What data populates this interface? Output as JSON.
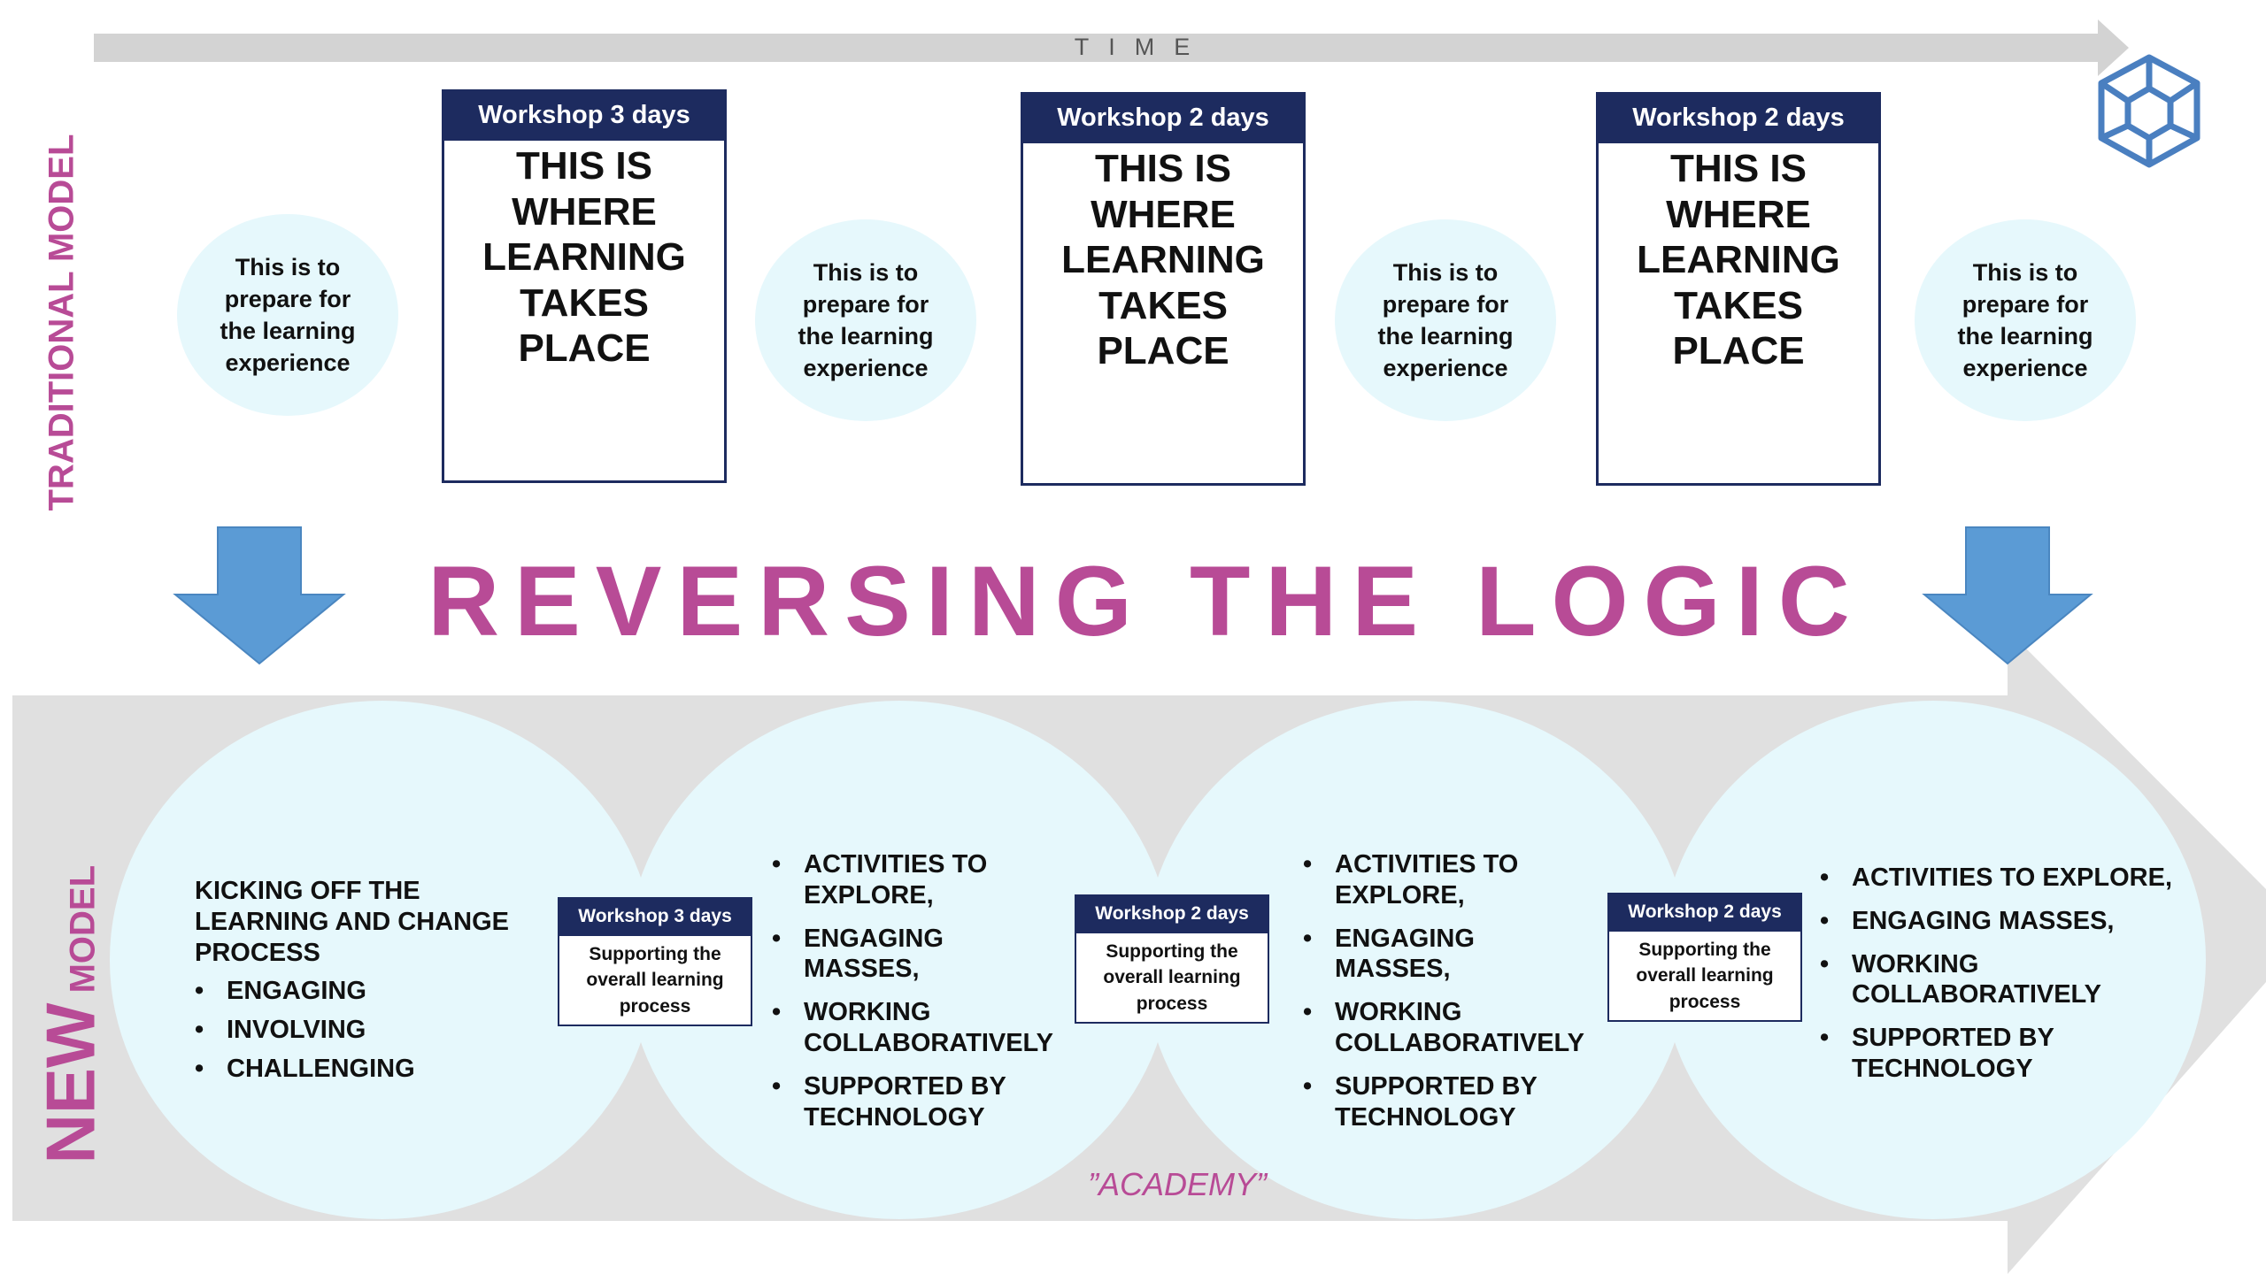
{
  "colors": {
    "accent_pink": "#b84b96",
    "navy": "#1d2b5f",
    "light_cyan": "#e6f8fc",
    "arrow_blue": "#5b9bd5",
    "gray": "#d9d9d9"
  },
  "header": {
    "time_label": "TIME"
  },
  "logo": {
    "icon": "hexagon-cube-icon"
  },
  "traditional": {
    "label": "TRADITIONAL MODEL",
    "prep_text": "This is to prepare for the learning experience",
    "workshops": [
      {
        "title": "Workshop 3 days",
        "body": "THIS IS WHERE LEARNING TAKES PLACE"
      },
      {
        "title": "Workshop 2 days",
        "body": "THIS IS WHERE LEARNING TAKES PLACE"
      },
      {
        "title": "Workshop 2 days",
        "body": "THIS IS WHERE LEARNING TAKES PLACE"
      }
    ]
  },
  "main_title": "REVERSING THE LOGIC",
  "new_model": {
    "label_big": "NEW",
    "label_small": "MODEL",
    "kickoff": {
      "heading": "KICKING OFF THE LEARNING AND CHANGE PROCESS",
      "items": [
        "ENGAGING",
        "INVOLVING",
        "CHALLENGING"
      ]
    },
    "activities": [
      [
        "ACTIVITIES TO EXPLORE,",
        "ENGAGING MASSES,",
        "WORKING COLLABORATIVELY",
        "SUPPORTED BY TECHNOLOGY"
      ],
      [
        "ACTIVITIES TO EXPLORE,",
        "ENGAGING MASSES,",
        "WORKING COLLABORATIVELY",
        "SUPPORTED BY TECHNOLOGY"
      ],
      [
        "ACTIVITIES TO EXPLORE,",
        "ENGAGING MASSES,",
        "WORKING COLLABORATIVELY",
        "SUPPORTED BY TECHNOLOGY"
      ]
    ],
    "workshops": [
      {
        "title": "Workshop 3 days",
        "body": "Supporting the overall learning process"
      },
      {
        "title": "Workshop 2 days",
        "body": "Supporting the overall learning process"
      },
      {
        "title": "Workshop 2 days",
        "body": "Supporting the overall learning process"
      }
    ],
    "academy": "”ACADEMY”"
  }
}
